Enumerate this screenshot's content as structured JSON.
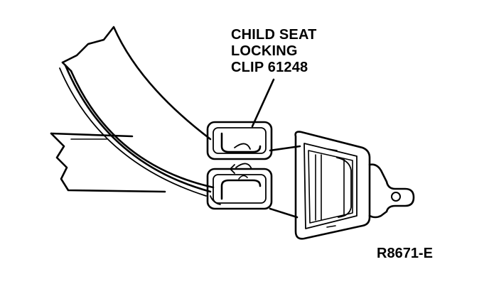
{
  "callout": {
    "lines": [
      "CHILD SEAT",
      "LOCKING",
      "CLIP 61248"
    ]
  },
  "figure_id": "R8671-E",
  "colors": {
    "ink": "#000000",
    "paper": "#ffffff"
  }
}
